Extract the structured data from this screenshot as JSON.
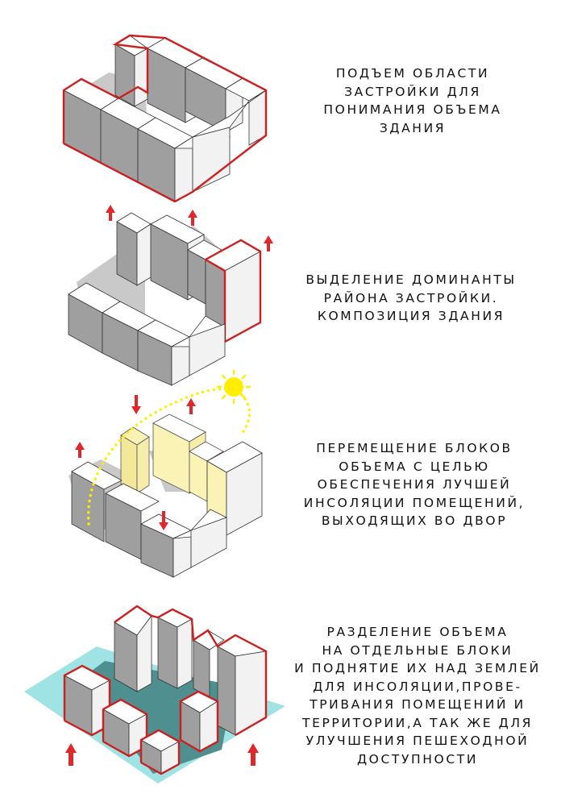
{
  "colors": {
    "outline": "#cc1f1f",
    "arrow": "#e0272a",
    "shadow": "#c9c9c9",
    "face_top": "#ffffff",
    "face_left": "#f2f2f2",
    "face_dark": "#9f9f9f",
    "insolation": "#fbf2b6",
    "sun": "#ffee00",
    "ground": "#9fe3e4",
    "ground_shade": "#4f8f90"
  },
  "icons": {
    "arrow": "up-arrow-icon",
    "sun": "sun-icon"
  },
  "steps": [
    {
      "lines": [
        "Подъем области",
        "застройки для",
        "понимания объема",
        "здания"
      ]
    },
    {
      "lines": [
        "Выделение доминанты",
        "района застройки.",
        "композиция здания"
      ]
    },
    {
      "lines": [
        "Перемещение блоков",
        "объема с целью",
        "обеспечения лучшей",
        "инсоляции помещений,",
        "выходящих во двор"
      ]
    },
    {
      "lines": [
        "Разделение объема",
        "на отдельные блоки",
        "и поднятие их над землей",
        "для инсоляции,прове-",
        "тривания помещений и",
        "территории,а так же для",
        "улучшения пешеходной",
        "доступности"
      ]
    }
  ]
}
